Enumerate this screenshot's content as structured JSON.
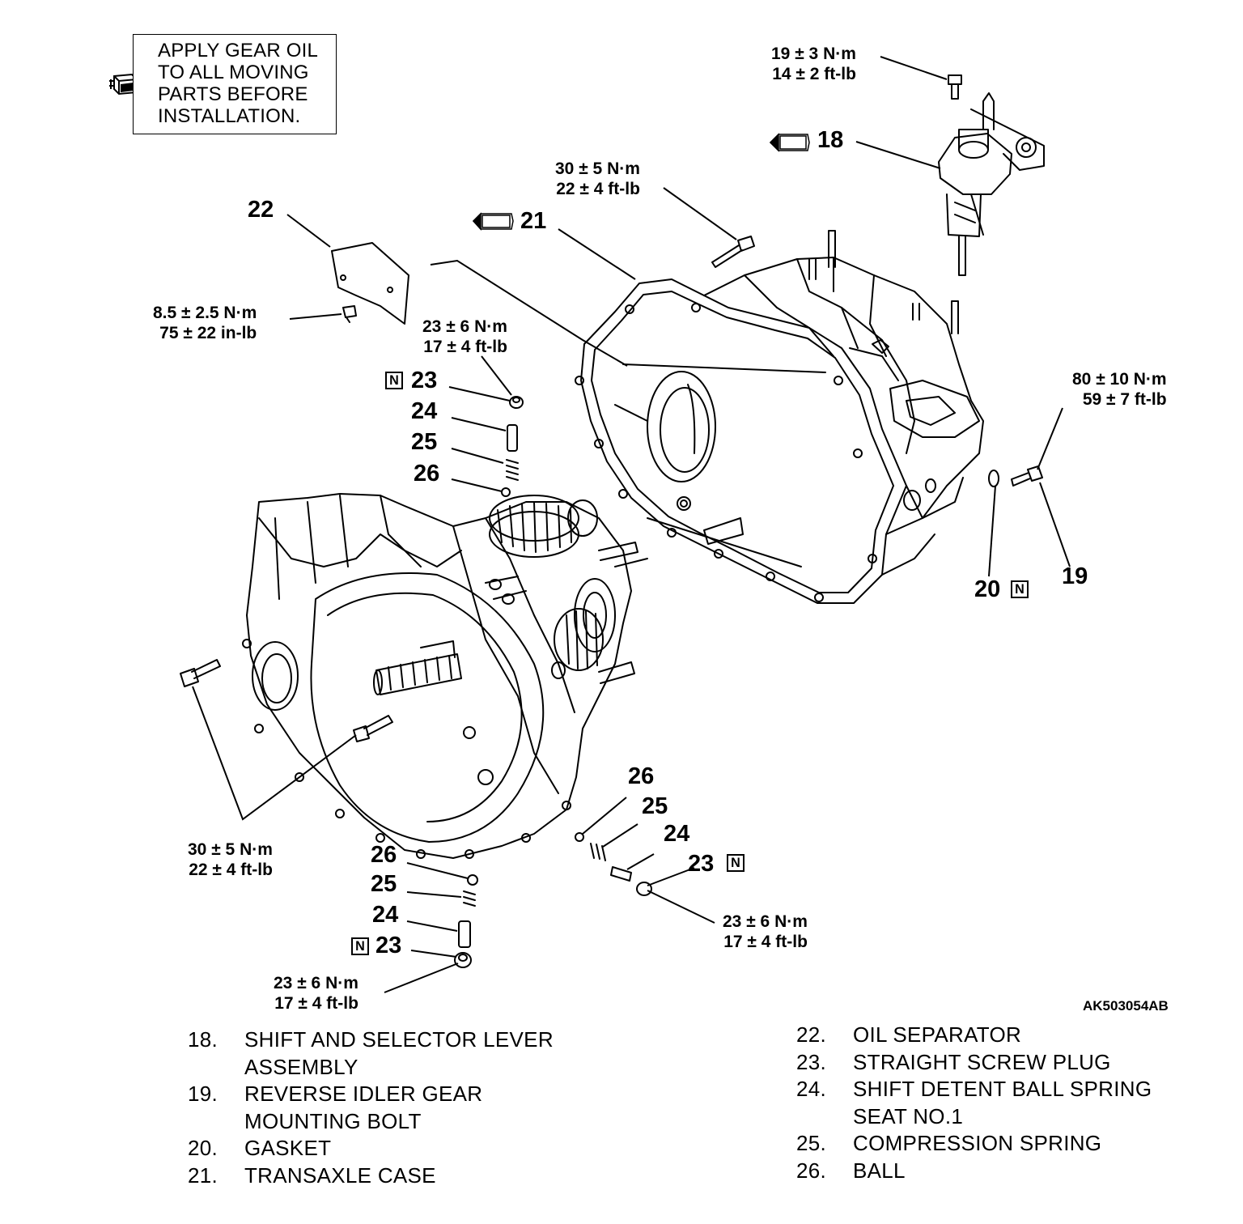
{
  "note": {
    "lines": [
      "APPLY GEAR OIL",
      "TO ALL MOVING",
      "PARTS BEFORE",
      "INSTALLATION."
    ],
    "icon": "oil-can-icon"
  },
  "torque_specs": {
    "t19_top": [
      "19 ± 3 N·m",
      "14 ± 2 ft-lb"
    ],
    "t21": [
      "30 ± 5 N·m",
      "22 ± 4 ft-lb"
    ],
    "t22": [
      "8.5 ± 2.5 N·m",
      "75 ± 22 in-lb"
    ],
    "t23_upper": [
      "23 ± 6 N·m",
      "17 ± 4 ft-lb"
    ],
    "t19_right": [
      "80 ± 10 N·m",
      "59 ± 7 ft-lb"
    ],
    "t_bolts_left": [
      "30 ± 5 N·m",
      "22 ± 4 ft-lb"
    ],
    "t23_right": [
      "23 ± 6 N·m",
      "17 ± 4 ft-lb"
    ],
    "t23_bottom": [
      "23 ± 6 N·m",
      "17 ± 4 ft-lb"
    ]
  },
  "callouts": {
    "c18": "18",
    "c21": "21",
    "c22": "22",
    "c23a": "23",
    "c24a": "24",
    "c25a": "25",
    "c26a": "26",
    "c20": "20",
    "c19": "19",
    "c26b": "26",
    "c25b": "25",
    "c24b": "24",
    "c23b": "23",
    "c26c": "26",
    "c25c": "25",
    "c24c": "24",
    "c23c": "23",
    "n_badge": "N"
  },
  "figure_code": "AK503054AB",
  "legend_left": [
    {
      "no": "18.",
      "text": "SHIFT AND SELECTOR LEVER ASSEMBLY"
    },
    {
      "no": "19.",
      "text": "REVERSE IDLER GEAR MOUNTING BOLT"
    },
    {
      "no": "20.",
      "text": "GASKET"
    },
    {
      "no": "21.",
      "text": "TRANSAXLE CASE"
    }
  ],
  "legend_right": [
    {
      "no": "22.",
      "text": "OIL SEPARATOR"
    },
    {
      "no": "23.",
      "text": "STRAIGHT SCREW PLUG"
    },
    {
      "no": "24.",
      "text": "SHIFT DETENT BALL SPRING SEAT NO.1"
    },
    {
      "no": "25.",
      "text": "COMPRESSION SPRING"
    },
    {
      "no": "26.",
      "text": "BALL"
    }
  ]
}
